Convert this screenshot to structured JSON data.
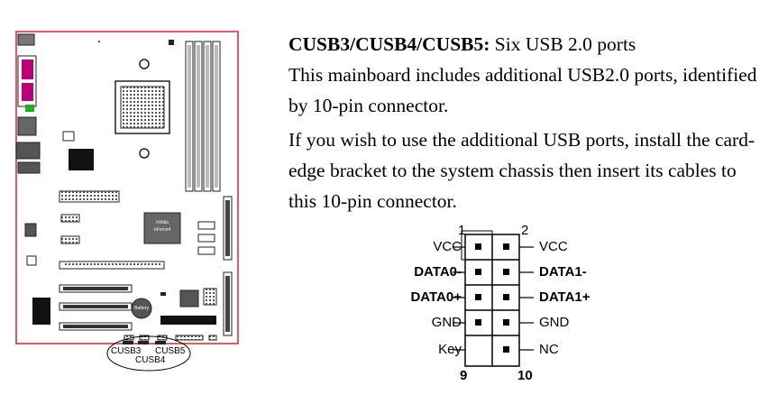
{
  "board": {
    "usb_header_labels": [
      "CUSB3",
      "CUSB5",
      "CUSB4"
    ],
    "chip_labels": [
      "nVidia",
      "nForce4"
    ],
    "battery_label": "Battery"
  },
  "text": {
    "heading": "CUSB3/CUSB4/CUSB5:",
    "heading_rest": " Six USB 2.0 ports",
    "para1": "This mainboard includes additional USB2.0 ports, identified by 10-pin connector.",
    "para2": "If you wish to use the additional USB ports, install the card-edge bracket to the system chassis then insert its cables to this 10-pin connector."
  },
  "pinout": {
    "pin_top_left": "1",
    "pin_top_right": "2",
    "pin_bottom_left": "9",
    "pin_bottom_right": "10",
    "left": [
      "VCC",
      "DATA0-",
      "DATA0+",
      "GND",
      "Key"
    ],
    "right": [
      "VCC",
      "DATA1-",
      "DATA1+",
      "GND",
      "NC"
    ]
  }
}
